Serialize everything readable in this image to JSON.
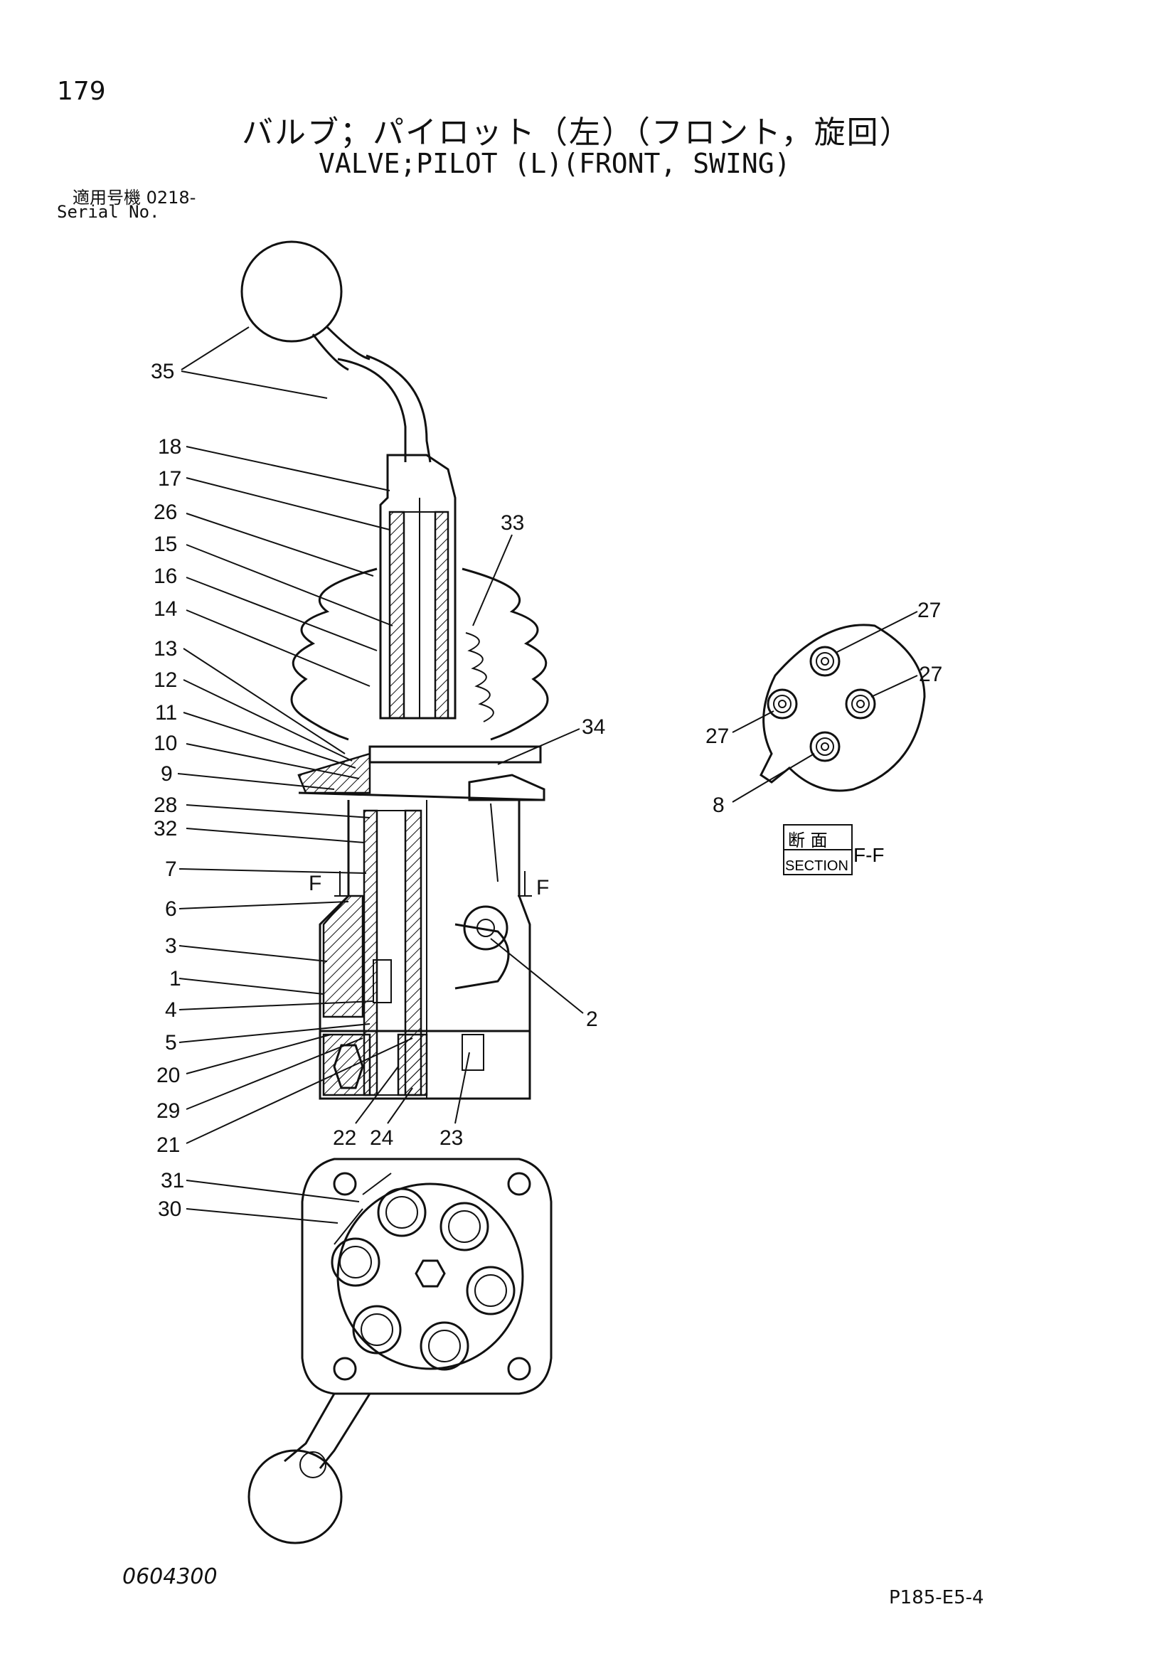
{
  "header": {
    "page_number": "179",
    "title_jp": "バルブ；パイロット（左）（フロント，旋回）",
    "title_en": "VALVE;PILOT (L)(FRONT, SWING)",
    "serial_label_jp": "適用号機 0218-",
    "serial_label_en": "Serial No."
  },
  "section_label": {
    "jp": "断 面",
    "en": "SECTION",
    "name": "F-F"
  },
  "section_marks": [
    "F",
    "F"
  ],
  "callouts": [
    "35",
    "18",
    "17",
    "26",
    "15",
    "16",
    "14",
    "13",
    "12",
    "11",
    "10",
    "9",
    "28",
    "32",
    "7",
    "6",
    "3",
    "1",
    "4",
    "5",
    "20",
    "29",
    "21",
    "22",
    "24",
    "23",
    "2",
    "33",
    "34",
    "27",
    "27",
    "27",
    "8",
    "31",
    "30"
  ],
  "footer": {
    "drawing_code": "0604300",
    "page_code": "P185-E5-4"
  }
}
